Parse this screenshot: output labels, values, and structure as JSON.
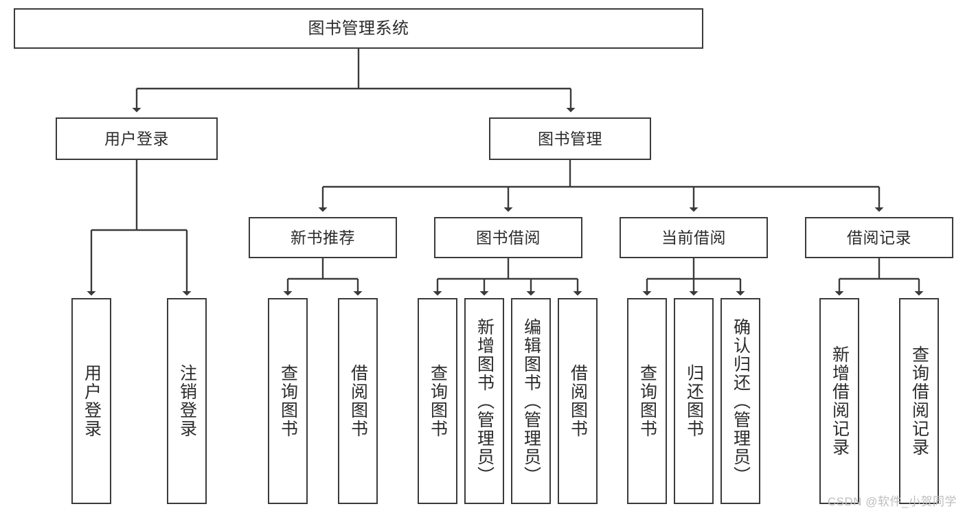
{
  "diagram": {
    "title": "图书管理系统",
    "type": "tree-hierarchy-chart",
    "watermark": "CSDN @软件_小贺同学",
    "colors": {
      "border": "#3a3a3a",
      "fill": "#ffffff",
      "text": "#2b2b2b",
      "connector": "#3a3a3a",
      "watermark": "#bdbdbd"
    },
    "nodes": {
      "root": {
        "label": "图书管理系统"
      },
      "level2": [
        {
          "label": "用户登录"
        },
        {
          "label": "图书管理"
        }
      ],
      "level3": [
        {
          "label": "新书推荐"
        },
        {
          "label": "图书借阅"
        },
        {
          "label": "当前借阅"
        },
        {
          "label": "借阅记录"
        }
      ],
      "leaves": {
        "user_login": [
          {
            "label": "用户登录"
          },
          {
            "label": "注销登录"
          }
        ],
        "new_book_recommend": [
          {
            "label": "查询图书"
          },
          {
            "label": "借阅图书"
          }
        ],
        "book_borrow": [
          {
            "label": "查询图书"
          },
          {
            "label": "新增图书（管理员）"
          },
          {
            "label": "编辑图书（管理员）"
          },
          {
            "label": "借阅图书"
          }
        ],
        "current_borrow": [
          {
            "label": "查询图书"
          },
          {
            "label": "归还图书"
          },
          {
            "label": "确认归还（管理员）"
          }
        ],
        "borrow_record": [
          {
            "label": "新增借阅记录"
          },
          {
            "label": "查询借阅记录"
          }
        ]
      }
    }
  }
}
